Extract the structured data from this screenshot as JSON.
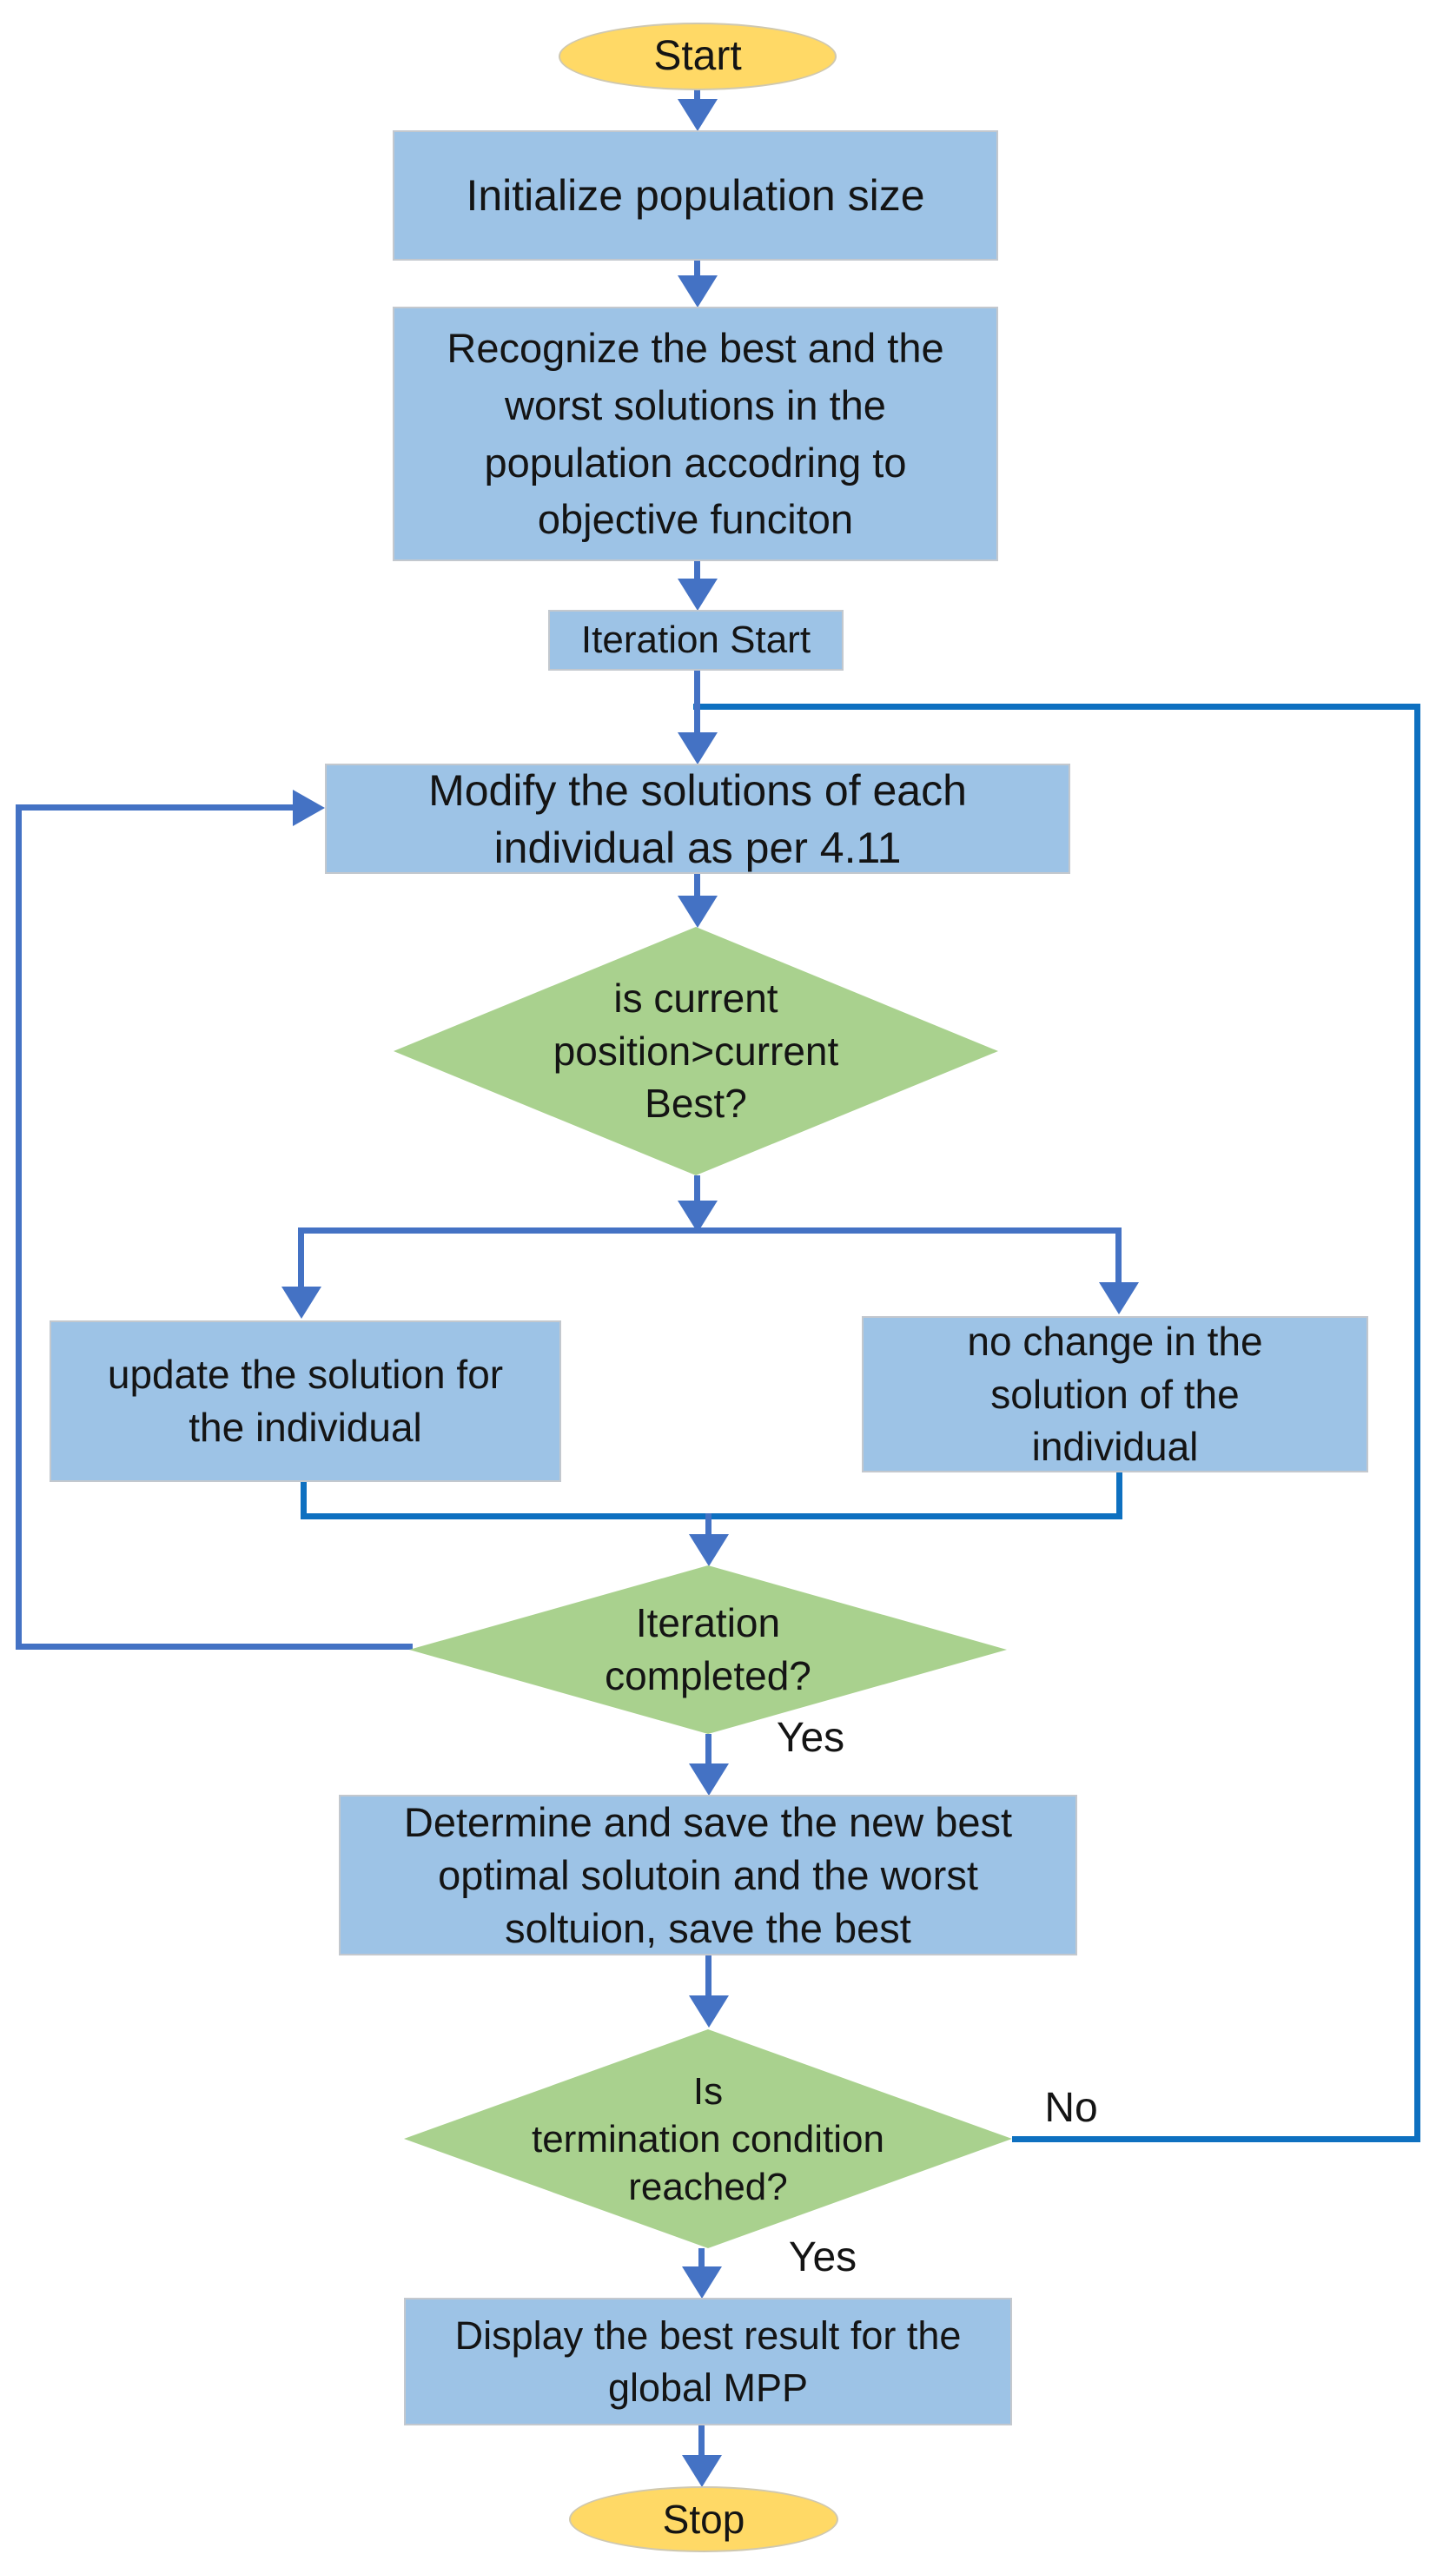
{
  "colors": {
    "process_fill": "#9dc3e6",
    "process_border": "#c3c8ce",
    "decision_fill": "#a9d18e",
    "terminator_fill": "#ffd966",
    "terminator_border": "#cfc8b0",
    "connector": "#4472c4",
    "loop_connector": "#0e70c0",
    "text": "#141414"
  },
  "nodes": {
    "start": "Start",
    "initialize": "Initialize population size",
    "recognize": "Recognize the best and the\nworst solutions in the\npopulation accodring to\nobjective funciton",
    "iteration_start": "Iteration Start",
    "modify": "Modify the solutions of each\nindividual as per 4.11",
    "decision_current_best": "is current\nposition>current\nBest?",
    "update": "update the solution for\nthe individual",
    "no_change": "no change in the\nsolution of the\nindividual",
    "decision_iteration": "Iteration\ncompleted?",
    "determine": "Determine and save the new best\noptimal solutoin and the worst\nsoltuion, save the best",
    "decision_termination": "Is\ntermination condition\nreached?",
    "display": "Display the best result for the\nglobal MPP",
    "stop": "Stop"
  },
  "edge_labels": {
    "iteration_yes": "Yes",
    "termination_no": "No",
    "termination_yes": "Yes"
  }
}
